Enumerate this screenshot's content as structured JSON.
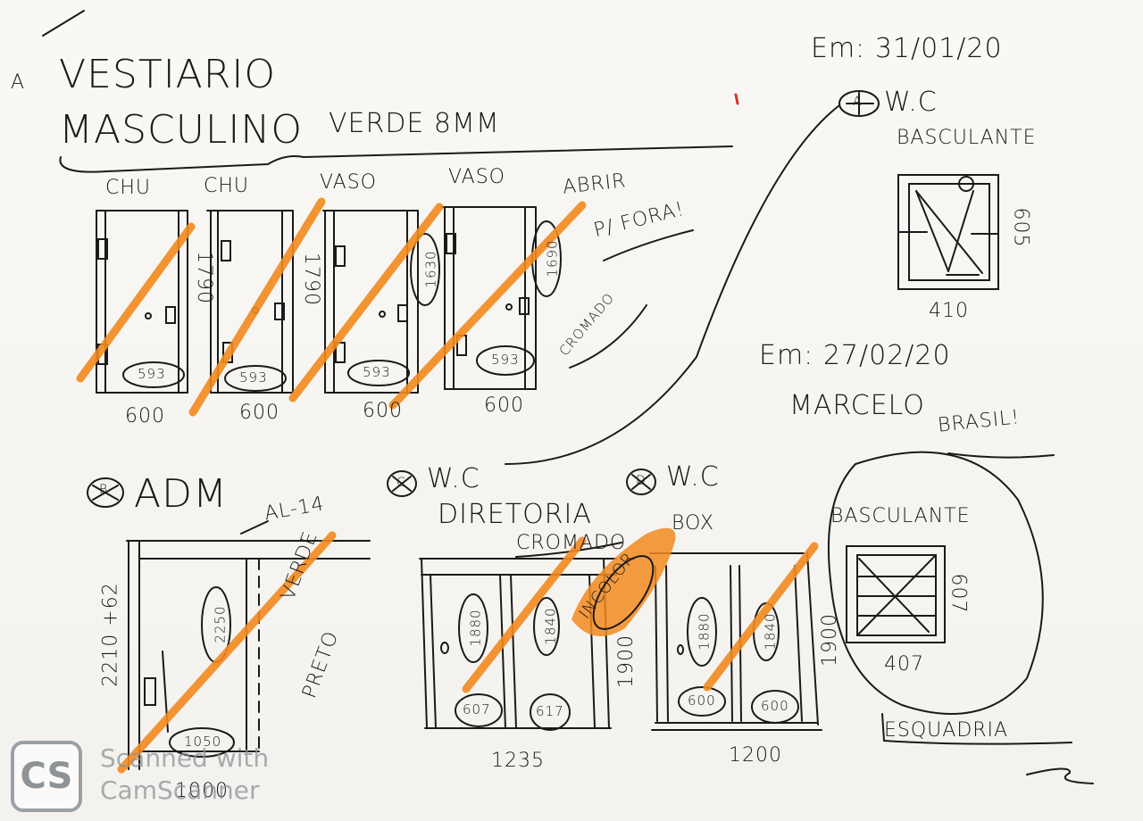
{
  "header": {
    "date_top": "Em: 31/01/20",
    "date_mid": "Em: 27/02/20",
    "author": "MARCELO",
    "client": "BRASIL!"
  },
  "vestiario": {
    "marker": "A",
    "title_line1": "VESTIARIO",
    "title_line2": "MASCULINO",
    "glass_spec": "VERDE 8MM",
    "open_note_line1": "ABRIR",
    "open_note_line2": "P/ FORA!",
    "finish_note": "CROMADO",
    "doors": [
      {
        "label": "CHU",
        "height": "1790",
        "sill": "593",
        "width": "600"
      },
      {
        "label": "CHU",
        "height": "1790",
        "sill": "593",
        "width": "600"
      },
      {
        "label": "VASO",
        "height": "1630",
        "sill": "593",
        "width": "600"
      },
      {
        "label": "VASO",
        "height": "1690",
        "sill": "593",
        "width": "600"
      }
    ]
  },
  "wc_basculante": {
    "marker": "A",
    "title": "W.C",
    "subtitle": "BASCULANTE",
    "height": "605",
    "width": "410"
  },
  "adm": {
    "marker": "B",
    "title": "ADM",
    "profile": "AL-14",
    "height": "2210 +62",
    "door_height": "2250",
    "leaf_width": "1050",
    "total_width": "1000",
    "glass_note_line1": "VERDE",
    "glass_note_line2": "PRETO"
  },
  "wc_diretoria": {
    "marker": "C",
    "title_line1": "W.C",
    "title_line2": "DIRETORIA",
    "finish": "CROMADO",
    "glass": "INCOLOR",
    "panel_heights": [
      "1880",
      "1840"
    ],
    "panel_widths": [
      "607",
      "617"
    ],
    "side_height": "1900",
    "total_width": "1235"
  },
  "wc_box": {
    "marker": "D",
    "title": "W.C",
    "subtitle": "BOX",
    "panel_heights": [
      "1880",
      "1840"
    ],
    "panel_widths": [
      "600",
      "600"
    ],
    "side_height": "1900",
    "total_width": "1200"
  },
  "basculante_2": {
    "title": "BASCULANTE",
    "height": "607",
    "width": "407",
    "note": "ESQUADRIA"
  },
  "watermark": {
    "logo": "CS",
    "text": "Scanned with\nCamScanner"
  },
  "colors": {
    "ink": "#1a1a1a",
    "highlighter": "#f28a1e",
    "paper": "#f7f5f1"
  }
}
